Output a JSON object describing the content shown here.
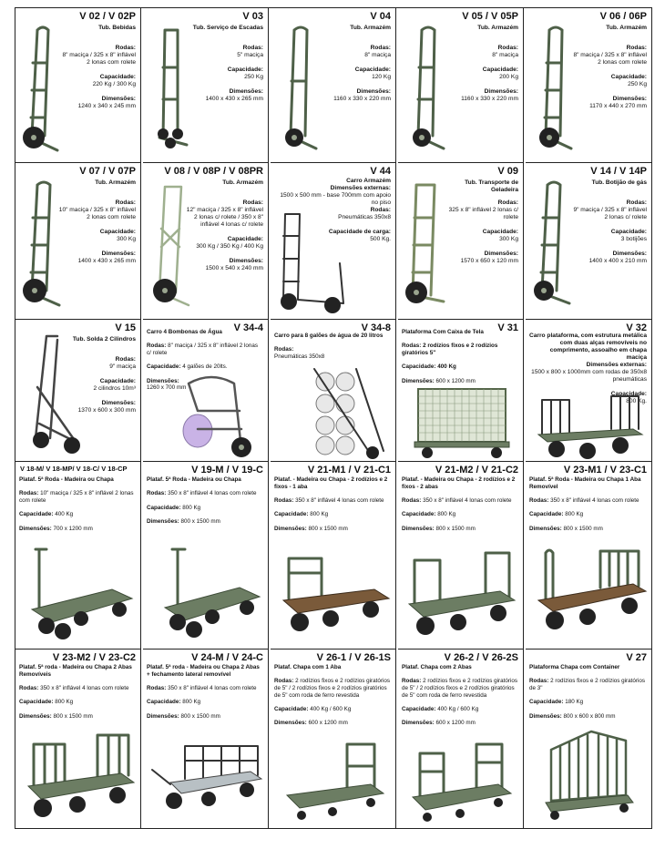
{
  "products": [
    {
      "code": "V 02 / V 02P",
      "type": "Tub. Bebidas",
      "rodas_label": "Rodas:",
      "rodas": "8\" maciça / 325 x 8\" inflável 2 lonas com rolete",
      "cap_label": "Capacidade:",
      "cap": "220 Kg / 300 Kg",
      "dim_label": "Dimensões:",
      "dim": "1240 x 340 x 245 mm"
    },
    {
      "code": "V 03",
      "type": "Tub. Serviço de Escadas",
      "rodas_label": "Rodas:",
      "rodas": "5\" maciça",
      "cap_label": "Capacidade:",
      "cap": "250 Kg",
      "dim_label": "Dimensões:",
      "dim": "1400 x 430 x 265 mm"
    },
    {
      "code": "V 04",
      "type": "Tub. Armazém",
      "rodas_label": "Rodas:",
      "rodas": "8\" maciça",
      "cap_label": "Capacidade:",
      "cap": "120 Kg",
      "dim_label": "Dimensões:",
      "dim": "1160 x 330 x 220 mm"
    },
    {
      "code": "V 05 / V 05P",
      "type": "Tub. Armazém",
      "rodas_label": "Rodas:",
      "rodas": "8\" maciça",
      "cap_label": "Capacidade:",
      "cap": "200 Kg",
      "dim_label": "Dimensões:",
      "dim": "1160 x 330 x 220 mm"
    },
    {
      "code": "V 06 / 06P",
      "type": "Tub. Armazém",
      "rodas_label": "Rodas:",
      "rodas": "8\" maciça / 325 x 8\" inflável 2 lonas com rolete",
      "cap_label": "Capacidade:",
      "cap": "250 Kg",
      "dim_label": "Dimensões:",
      "dim": "1170 x 440 x 270 mm"
    },
    {
      "code": "V 07 / V 07P",
      "type": "Tub. Armazém",
      "rodas_label": "Rodas:",
      "rodas": "10\" maciça / 325 x 8\" inflável 2 lonas com rolete",
      "cap_label": "Capacidade:",
      "cap": "300 Kg",
      "dim_label": "Dimensões:",
      "dim": "1400 x 430 x 265 mm"
    },
    {
      "code": "V 08 / V 08P / V 08PR",
      "type": "Tub. Armazém",
      "rodas_label": "Rodas:",
      "rodas": "12\" maciça / 325 x 8\" inflável 2 lonas c/ rolete / 350 x 8\" inflável 4 lonas c/ rolete",
      "cap_label": "Capacidade:",
      "cap": "300 Kg / 350 Kg / 400 Kg",
      "dim_label": "Dimensões:",
      "dim": "1500 x 540 x 240 mm"
    },
    {
      "code": "V 44",
      "type": "Carro Armazém",
      "extra_label": "Dimensões externas:",
      "extra": "1500 x 500 mm - base 700mm com apoio no piso",
      "rodas_label": "Rodas:",
      "rodas": "Pneumáticas 350x8",
      "cap_label": "Capacidade de carga:",
      "cap": "500 Kg."
    },
    {
      "code": "V 09",
      "type": "Tub. Transporte de Geladeira",
      "rodas_label": "Rodas:",
      "rodas": "325 x 8\" inflável 2 lonas c/ rolete",
      "cap_label": "Capacidade:",
      "cap": "300 Kg",
      "dim_label": "Dimensões:",
      "dim": "1570 x 650 x 120 mm"
    },
    {
      "code": "V 14 / V 14P",
      "type": "Tub. Botijão de gás",
      "rodas_label": "Rodas:",
      "rodas": "9\" maciça / 325 x 8\" inflável 2 lonas c/ rolete",
      "cap_label": "Capacidade:",
      "cap": "3 botijões",
      "dim_label": "Dimensões:",
      "dim": "1400 x 400 x 210 mm"
    },
    {
      "code": "V 15",
      "type": "Tub. Solda 2 Cilindros",
      "rodas_label": "Rodas:",
      "rodas": "9\" maciça",
      "cap_label": "Capacidade:",
      "cap": "2 cilindros 10m³",
      "dim_label": "Dimensões:",
      "dim": "1370 x 600 x 300 mm"
    },
    {
      "code": "V 34-4",
      "type": "Carro 4 Bombonas de Água",
      "rodas_label": "Rodas:",
      "rodas": "8\" maciça / 325 x 8\" inflável 2 lonas c/ rolete",
      "cap_label": "Capacidade:",
      "cap": "4 galões de 20lts.",
      "dim_label": "Dimensões:",
      "dim": "1260 x 700 mm"
    },
    {
      "code": "V 34-8",
      "type": "Carro para 8 galões de água de 20 litros",
      "rodas_label": "Rodas:",
      "rodas": "Pneumáticas 350x8"
    },
    {
      "code": "V 31",
      "type": "Plataforma Com Caixa de Tela",
      "rodas_label": "Rodas:",
      "rodas": "2 rodízios fixos e 2 rodízios giratórios 5\"",
      "cap_label": "Capacidade:",
      "cap": "400 Kg",
      "dim_label": "Dimensões:",
      "dim": "600 x 1200 mm"
    },
    {
      "code": "V 32",
      "type": "Carro plataforma, com estrutura metálica com duas alças removíveis no comprimento, assoalho em chapa maciça",
      "extra_label": "Dimensões externas:",
      "extra": "1500 x 800 x 1000mm com rodas de 350x8 pneumáticas",
      "cap_label": "Capacidade:",
      "cap": "800 Kg."
    },
    {
      "code": "V 18-M/ V 18-MP/ V 18-C/ V 18-CP",
      "type": "Plataf. 5ª Roda - Madeira ou Chapa",
      "rodas_label": "Rodas:",
      "rodas": "10\" maciça / 325 x 8\" inflável 2 lonas com rolete",
      "cap_label": "Capacidade:",
      "cap": "400 Kg",
      "dim_label": "Dimensões:",
      "dim": "700 x 1200 mm"
    },
    {
      "code": "V 19-M / V 19-C",
      "type": "Plataf. 5ª Roda - Madeira ou Chapa",
      "rodas_label": "Rodas:",
      "rodas": "350 x 8\" inflável 4 lonas com rolete",
      "cap_label": "Capacidade:",
      "cap": "800 Kg",
      "dim_label": "Dimensões:",
      "dim": "800 x 1500 mm"
    },
    {
      "code": "V 21-M1 / V 21-C1",
      "type": "Plataf. - Madeira ou Chapa - 2 rodízios e 2 fixos - 1 aba",
      "rodas_label": "Rodas:",
      "rodas": "350 x 8\" inflável 4 lonas com rolete",
      "cap_label": "Capacidade:",
      "cap": "800 Kg",
      "dim_label": "Dimensões:",
      "dim": "800 x 1500 mm"
    },
    {
      "code": "V 21-M2 / V 21-C2",
      "type": "Plataf. - Madeira ou Chapa - 2 rodízios e 2 fixos - 2 abas",
      "rodas_label": "Rodas:",
      "rodas": "350 x 8\" inflável 4 lonas com rolete",
      "cap_label": "Capacidade:",
      "cap": "800 Kg",
      "dim_label": "Dimensões:",
      "dim": "800 x 1500 mm"
    },
    {
      "code": "V 23-M1 / V 23-C1",
      "type": "Plataf. 5ª Roda - Madeira ou Chapa 1 Aba Removível",
      "rodas_label": "Rodas:",
      "rodas": "350 x 8\" inflável 4 lonas com rolete",
      "cap_label": "Capacidade:",
      "cap": "800 Kg",
      "dim_label": "Dimensões:",
      "dim": "800 x 1500 mm"
    },
    {
      "code": "V 23-M2 / V 23-C2",
      "type": "Plataf. 5ª roda - Madeira ou Chapa 2 Abas Removíveis",
      "rodas_label": "Rodas:",
      "rodas": "350 x 8\" inflável 4 lonas com rolete",
      "cap_label": "Capacidade:",
      "cap": "800 Kg",
      "dim_label": "Dimensões:",
      "dim": "800 x 1500 mm"
    },
    {
      "code": "V 24-M / V 24-C",
      "type": "Plataf. 5ª roda - Madeira ou Chapa 2 Abas + fechamento lateral removível",
      "rodas_label": "Rodas:",
      "rodas": "350 x 8\" inflável 4 lonas com rolete",
      "cap_label": "Capacidade:",
      "cap": "800 Kg",
      "dim_label": "Dimensões:",
      "dim": "800 x 1500 mm"
    },
    {
      "code": "V 26-1 / V 26-1S",
      "type": "Plataf. Chapa com 1 Aba",
      "rodas_label": "Rodas:",
      "rodas": "2 rodízios fixos e 2 rodízios giratórios de 5\" / 2 rodízios fixos e 2 rodízios giratórios de 5\" com roda de ferro revestida",
      "cap_label": "Capacidade:",
      "cap": "400 Kg / 600 Kg",
      "dim_label": "Dimensões:",
      "dim": "600 x 1200 mm"
    },
    {
      "code": "V 26-2 / V 26-2S",
      "type": "Plataf. Chapa com 2 Abas",
      "rodas_label": "Rodas:",
      "rodas": "2 rodízios fixos e 2 rodízios giratórios de 5\" / 2 rodízios fixos e 2 rodízios giratórios de 5\" com roda de ferro revestida",
      "cap_label": "Capacidade:",
      "cap": "400 Kg / 600 Kg",
      "dim_label": "Dimensões:",
      "dim": "600 x 1200 mm"
    },
    {
      "code": "V 27",
      "type": "Plataforma Chapa com Container",
      "rodas_label": "Rodas:",
      "rodas": "2 rodízios fixos e 2 rodízios giratórios de 3\"",
      "cap_label": "Capacidade:",
      "cap": "180 Kg",
      "dim_label": "Dimensões:",
      "dim": "800 x 600 x 800 mm"
    }
  ],
  "icons": {
    "hand_truck": "hand-truck-icon",
    "platform_cart": "platform-cart-icon",
    "water_cart": "water-cart-icon",
    "mesh_box": "mesh-box-cart-icon"
  },
  "colors": {
    "metal": "#4e6048",
    "metal_fill": "#6c7d63",
    "wood": "#7a5a3a",
    "border": "#222222"
  }
}
